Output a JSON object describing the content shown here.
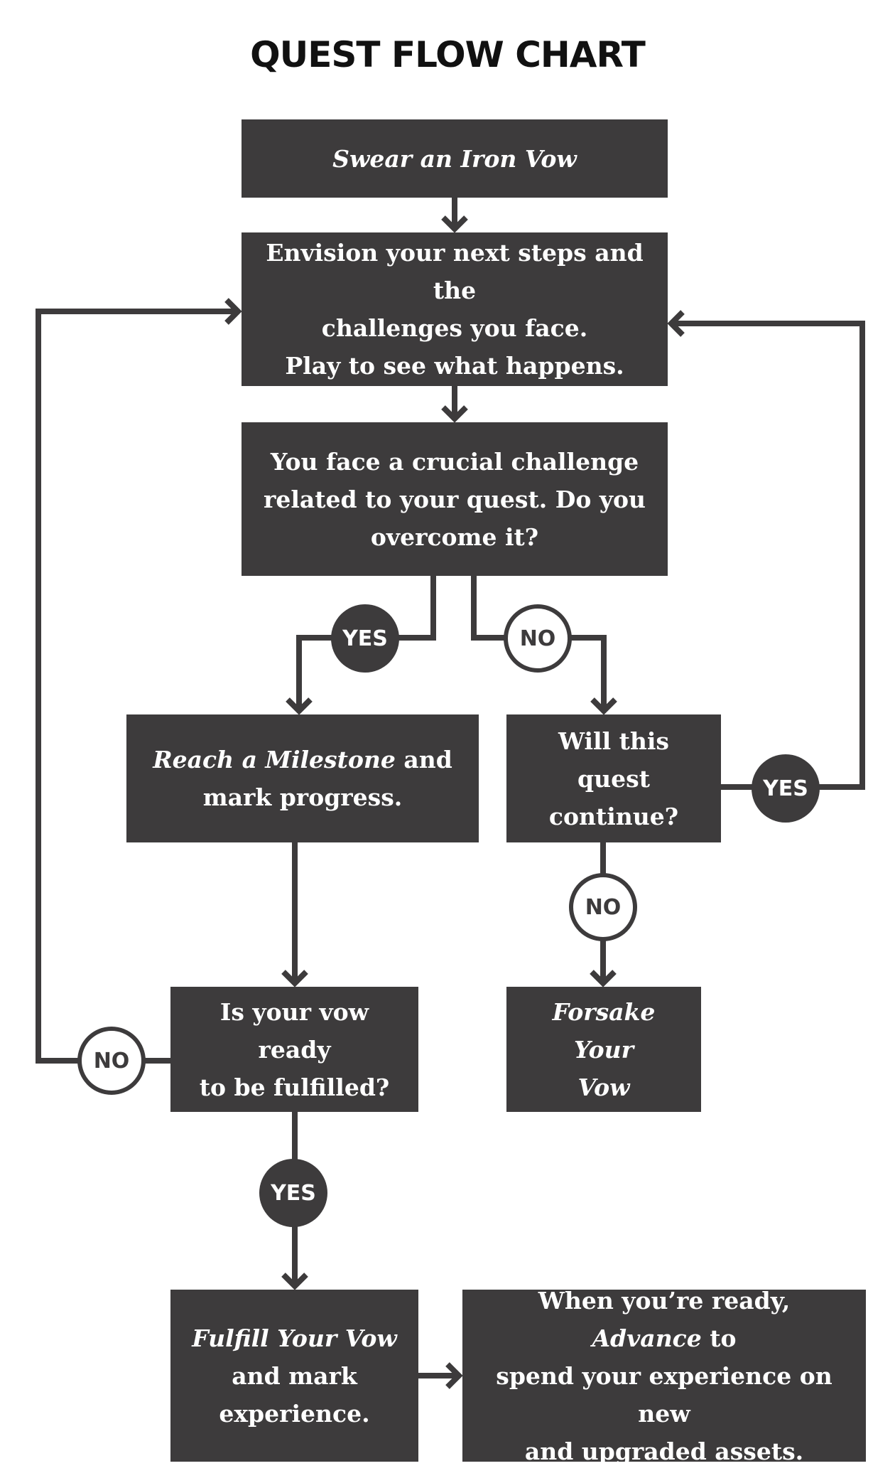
{
  "title": "QUEST FLOW CHART",
  "nodes": {
    "swear": {
      "parts": [
        {
          "t": "Swear an Iron Vow",
          "i": true
        }
      ]
    },
    "envision": {
      "lines": [
        "Envision your next steps and the",
        "challenges you face.",
        "Play to see what happens."
      ]
    },
    "challenge": {
      "lines": [
        "You face a crucial challenge",
        "related to your quest. Do you",
        "overcome it?"
      ]
    },
    "milestone": {
      "parts": [
        {
          "t": "Reach a Milestone",
          "i": true
        },
        {
          "t": " and",
          "i": false
        },
        {
          "t": "\nmark progress.",
          "i": false
        }
      ]
    },
    "continue": {
      "lines": [
        "Will this quest",
        "continue?"
      ]
    },
    "ready": {
      "lines": [
        "Is your vow ready",
        "to be fulfilled?"
      ]
    },
    "forsake": {
      "parts": [
        {
          "t": "Forsake Your",
          "i": true
        },
        {
          "t": "\nVow",
          "i": true
        }
      ]
    },
    "fulfill": {
      "parts": [
        {
          "t": "Fulfill Your Vow",
          "i": true
        },
        {
          "t": "\nand mark",
          "i": false
        },
        {
          "t": "\nexperience.",
          "i": false
        }
      ]
    },
    "advance": {
      "parts": [
        {
          "t": "When you’re ready, ",
          "i": false
        },
        {
          "t": "Advance",
          "i": true
        },
        {
          "t": " to",
          "i": false
        },
        {
          "t": "\nspend your experience on new",
          "i": false
        },
        {
          "t": "\nand upgraded assets.",
          "i": false
        }
      ]
    }
  },
  "decisions": {
    "challenge_yes": "YES",
    "challenge_no": "NO",
    "continue_yes": "YES",
    "continue_no": "NO",
    "ready_no": "NO",
    "ready_yes": "YES"
  },
  "colors": {
    "box": "#3d3b3c",
    "text": "#ffffff",
    "line": "#3d3b3c"
  }
}
